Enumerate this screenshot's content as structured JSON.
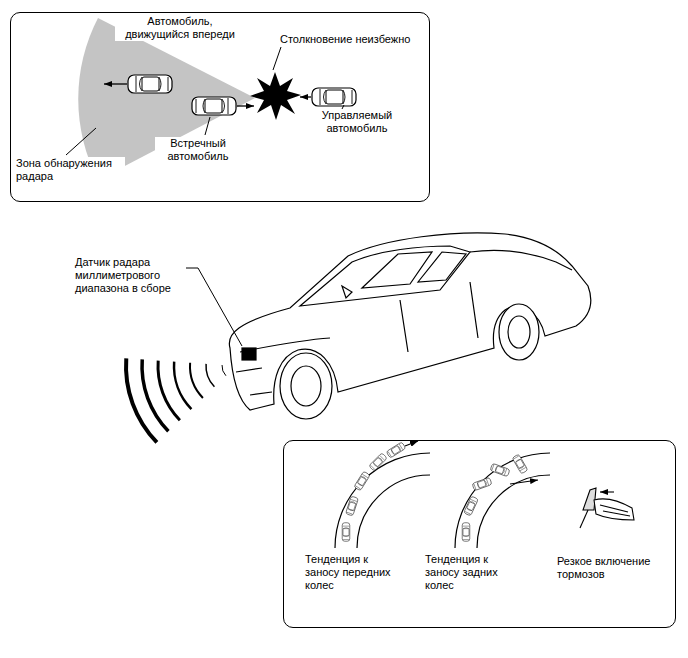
{
  "diagram": {
    "nodes": [
      {
        "text": [
          "Автомобиль, движущийся впереди",
          "Столкновение неизбежно",
          "Управляемый автомобиль",
          "Встречный автомобиль",
          "Зона обнаружения радара"
        ]
      },
      {
        "text": [
          "Тенденция к заносу передних колес",
          "Тенденция к заносу задних колес",
          "Резкое включение тормозов"
        ]
      }
    ],
    "labels": [
      "Датчик радара миллиметрового диапазона в сборе"
    ]
  }
}
